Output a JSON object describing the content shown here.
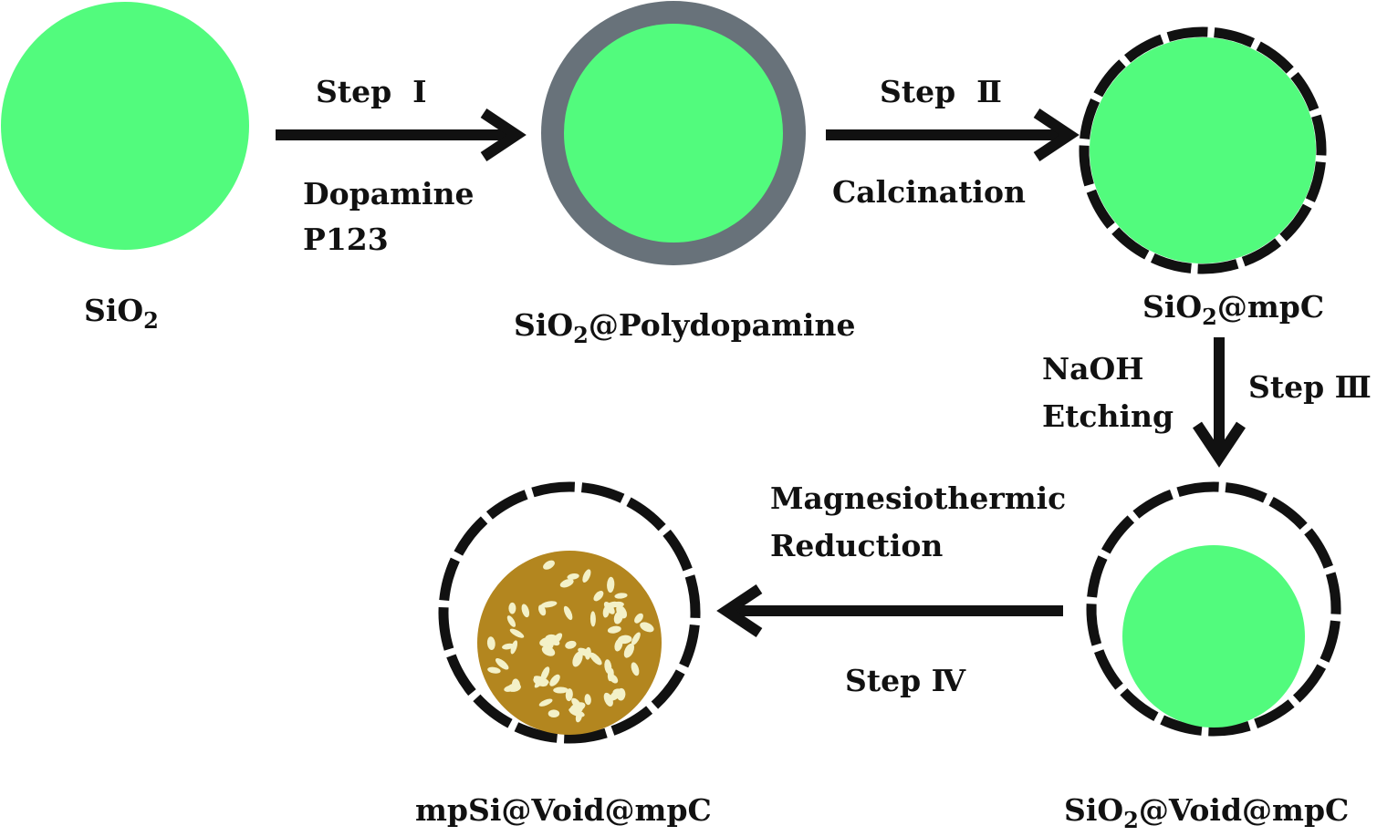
{
  "colors": {
    "silica": "#52fb7d",
    "polydopamine_shell": "#68727a",
    "carbon_shell": "#111111",
    "silicon": "#b3861f",
    "pores": "#f3f1c8",
    "text": "#111111"
  },
  "particles": {
    "sio2": {
      "formula": "SiO",
      "subscript": "2",
      "suffix": ""
    },
    "sio2_pda": {
      "formula": "SiO",
      "subscript": "2",
      "suffix": "@Polydopamine"
    },
    "sio2_mpc": {
      "formula": "SiO",
      "subscript": "2",
      "suffix": "@mpC"
    },
    "sio2_void_mpc": {
      "formula": "SiO",
      "subscript": "2",
      "suffix": "@Void@mpC"
    },
    "mpsi_void_mpc": {
      "label": "mpSi@Void@mpC"
    }
  },
  "steps": {
    "step1": {
      "label": "Step  Ⅰ",
      "reagent1": "Dopamine",
      "reagent2": "P123"
    },
    "step2": {
      "label": "Step  Ⅱ",
      "reagent": "Calcination"
    },
    "step3": {
      "label": "Step Ⅲ",
      "reagent1": "NaOH",
      "reagent2": "Etching"
    },
    "step4": {
      "label": "Step Ⅳ",
      "reagent1": "Magnesiothermic",
      "reagent2": "Reduction"
    }
  }
}
